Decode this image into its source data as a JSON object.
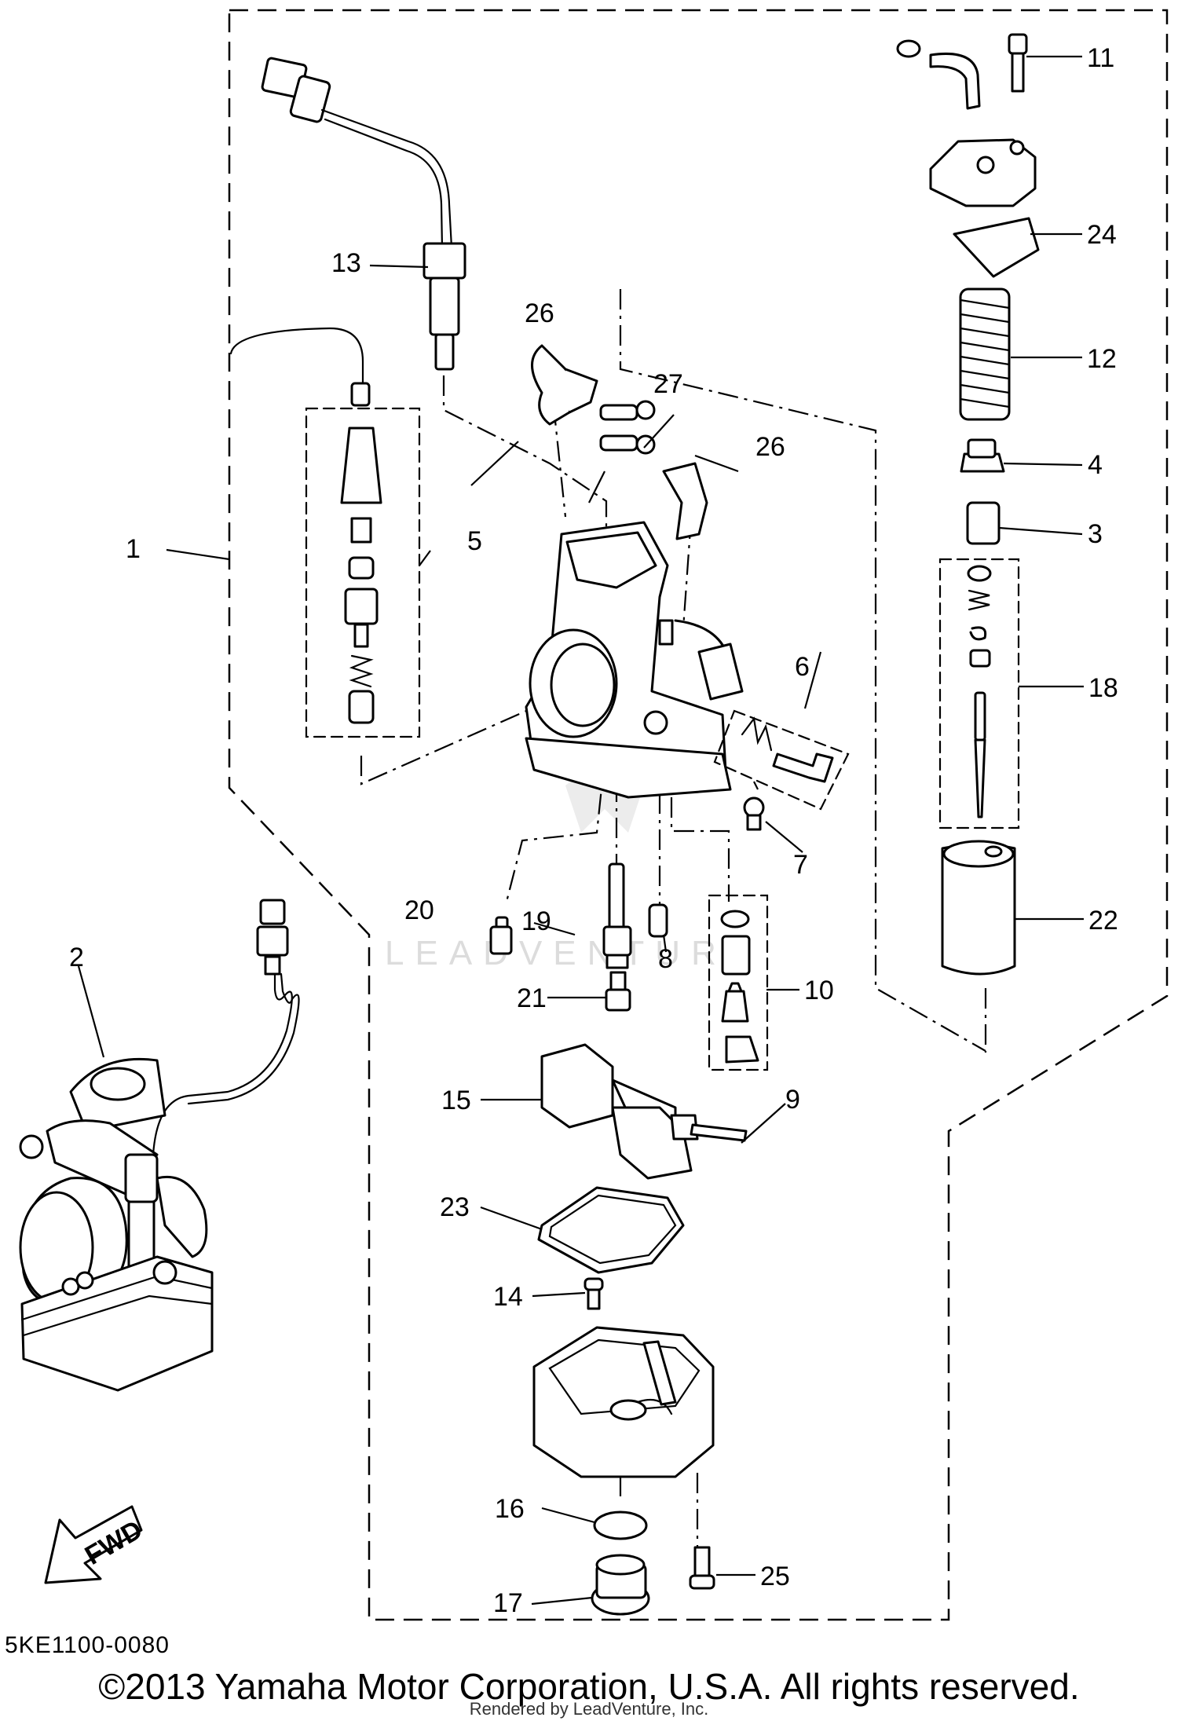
{
  "parts": [
    {
      "id": "p1",
      "label": "1"
    },
    {
      "id": "p2",
      "label": "2"
    },
    {
      "id": "p3",
      "label": "3"
    },
    {
      "id": "p4",
      "label": "4"
    },
    {
      "id": "p5",
      "label": "5"
    },
    {
      "id": "p6",
      "label": "6"
    },
    {
      "id": "p7",
      "label": "7"
    },
    {
      "id": "p8",
      "label": "8"
    },
    {
      "id": "p9",
      "label": "9"
    },
    {
      "id": "p10",
      "label": "10"
    },
    {
      "id": "p11",
      "label": "11"
    },
    {
      "id": "p12",
      "label": "12"
    },
    {
      "id": "p13",
      "label": "13"
    },
    {
      "id": "p14",
      "label": "14"
    },
    {
      "id": "p15",
      "label": "15"
    },
    {
      "id": "p16",
      "label": "16"
    },
    {
      "id": "p17",
      "label": "17"
    },
    {
      "id": "p18",
      "label": "18"
    },
    {
      "id": "p19",
      "label": "19"
    },
    {
      "id": "p20",
      "label": "20"
    },
    {
      "id": "p21",
      "label": "21"
    },
    {
      "id": "p22",
      "label": "22"
    },
    {
      "id": "p23",
      "label": "23"
    },
    {
      "id": "p24",
      "label": "24"
    },
    {
      "id": "p25",
      "label": "25"
    },
    {
      "id": "p26a",
      "label": "26"
    },
    {
      "id": "p26b",
      "label": "26"
    },
    {
      "id": "p27",
      "label": "27"
    }
  ],
  "fwd_label": "FWD",
  "diagram_code": "5KE1100-0080",
  "watermark": "LEADVENTURE",
  "copyright": "©2013 Yamaha Motor Corporation, U.S.A. All rights reserved.",
  "rendered_by": "Rendered by LeadVenture, Inc."
}
